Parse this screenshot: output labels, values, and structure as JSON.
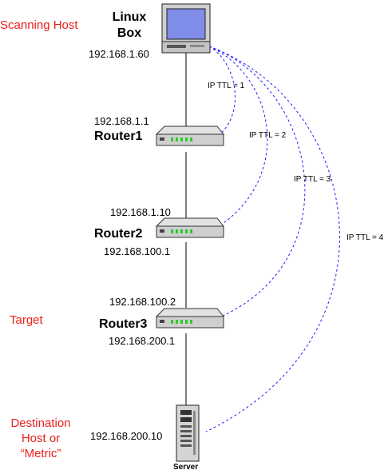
{
  "roles": {
    "scanning_host": "Scanning Host",
    "target": "Target",
    "destination": "Destination\nHost or\n“Metric”"
  },
  "nodes": {
    "linux_box": {
      "name": "Linux\nBox",
      "ip": "192.168.1.60"
    },
    "router1": {
      "name": "Router1",
      "ip_top": "192.168.1.1"
    },
    "router2": {
      "name": "Router2",
      "ip_top": "192.168.1.10",
      "ip_bottom": "192.168.100.1"
    },
    "router3": {
      "name": "Router3",
      "ip_top": "192.168.100.2",
      "ip_bottom": "192.168.200.1"
    },
    "server": {
      "name": "Server",
      "ip": "192.168.200.10"
    }
  },
  "ttl_labels": [
    "IP TTL = 1",
    "IP TTL = 2",
    "IP TTL = 3",
    "IP TTL = 4"
  ],
  "colors": {
    "role_text": "#e8201c",
    "ttl_path": "#1a1aff",
    "link": "#000000",
    "screen": "#7f8ce8",
    "device_body": "#cfcfcf"
  }
}
